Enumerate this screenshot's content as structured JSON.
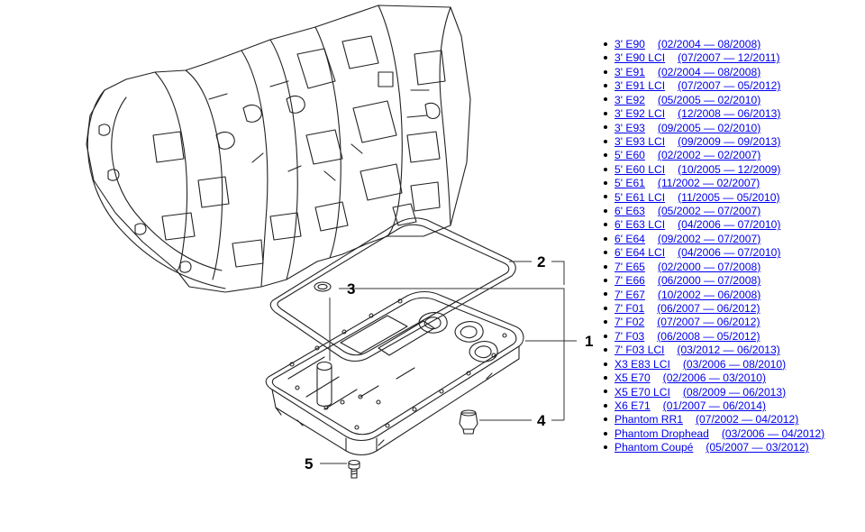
{
  "callouts": [
    "2",
    "3",
    "1",
    "4",
    "5"
  ],
  "models": [
    {
      "name": "3' E90",
      "range": "(02/2004 — 08/2008)"
    },
    {
      "name": "3' E90 LCI",
      "range": "(07/2007 — 12/2011)"
    },
    {
      "name": "3' E91",
      "range": "(02/2004 — 08/2008)"
    },
    {
      "name": "3' E91 LCI",
      "range": "(07/2007 — 05/2012)"
    },
    {
      "name": "3' E92",
      "range": "(05/2005 — 02/2010)"
    },
    {
      "name": "3' E92 LCI",
      "range": "(12/2008 — 06/2013)"
    },
    {
      "name": "3' E93",
      "range": "(09/2005 — 02/2010)"
    },
    {
      "name": "3' E93 LCI",
      "range": "(09/2009 — 09/2013)"
    },
    {
      "name": "5' E60",
      "range": "(02/2002 — 02/2007)"
    },
    {
      "name": "5' E60 LCI",
      "range": "(10/2005 — 12/2009)"
    },
    {
      "name": "5' E61",
      "range": "(11/2002 — 02/2007)"
    },
    {
      "name": "5' E61 LCI",
      "range": "(11/2005 — 05/2010)"
    },
    {
      "name": "6' E63",
      "range": "(05/2002 — 07/2007)"
    },
    {
      "name": "6' E63 LCI",
      "range": "(04/2006 — 07/2010)"
    },
    {
      "name": "6' E64",
      "range": "(09/2002 — 07/2007)"
    },
    {
      "name": "6' E64 LCI",
      "range": "(04/2006 — 07/2010)"
    },
    {
      "name": "7' E65",
      "range": "(02/2000 — 07/2008)"
    },
    {
      "name": "7' E66",
      "range": "(06/2000 — 07/2008)"
    },
    {
      "name": "7' E67",
      "range": "(10/2002 — 06/2008)"
    },
    {
      "name": "7' F01",
      "range": "(06/2007 — 06/2012)"
    },
    {
      "name": "7' F02",
      "range": "(07/2007 — 06/2012)"
    },
    {
      "name": "7' F03",
      "range": "(06/2008 — 05/2012)"
    },
    {
      "name": "7' F03 LCI",
      "range": "(03/2012 — 06/2013)"
    },
    {
      "name": "X3 E83 LCI",
      "range": "(03/2006 — 08/2010)"
    },
    {
      "name": "X5 E70",
      "range": "(02/2006 — 03/2010)"
    },
    {
      "name": "X5 E70 LCI",
      "range": "(08/2009 — 06/2013)"
    },
    {
      "name": "X6 E71",
      "range": "(01/2007 — 06/2014)"
    },
    {
      "name": "Phantom RR1",
      "range": "(07/2002 — 04/2012)"
    },
    {
      "name": "Phantom Drophead",
      "range": "(03/2006 — 04/2012)"
    },
    {
      "name": "Phantom Coupé",
      "range": "(05/2007 — 03/2012)"
    }
  ]
}
